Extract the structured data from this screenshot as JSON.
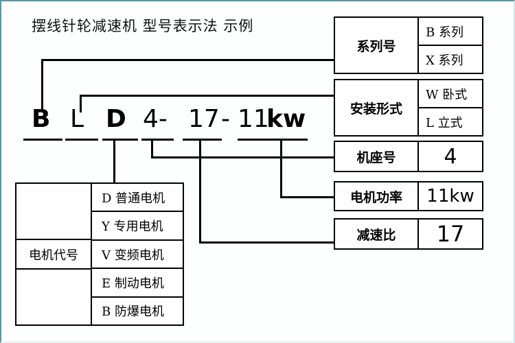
{
  "title": "摆线针轮减速机 型号表示法  示例",
  "model_code": {
    "tokens": [
      {
        "text": "B",
        "bold": true
      },
      {
        "text": "L",
        "bold": false
      },
      {
        "text": "D",
        "bold": true
      },
      {
        "text": "4-",
        "bold": false
      },
      {
        "text": "17",
        "bold": false
      },
      {
        "text": "-",
        "bold": false
      },
      {
        "text": "11",
        "bold": false
      },
      {
        "text": "kw",
        "bold": true
      }
    ],
    "full": "BLD4-17-11kw"
  },
  "right_panels": [
    {
      "label": "系列号",
      "options": [
        "B 系列",
        "X 系列"
      ],
      "kind": "options"
    },
    {
      "label": "安装形式",
      "options": [
        "W 卧式",
        "L 立式"
      ],
      "kind": "options"
    },
    {
      "label": "机座号",
      "value": "4",
      "kind": "value"
    },
    {
      "label": "电机功率",
      "value": "11kw",
      "kind": "value"
    },
    {
      "label": "减速比",
      "value": "17",
      "kind": "value"
    }
  ],
  "motor_table": {
    "label": "电机代号",
    "rows": [
      "D 普通电机",
      "Y 专用电机",
      "V 变频电机",
      "E 制动电机",
      "B 防爆电机"
    ]
  },
  "colors": {
    "line": "#000000",
    "background": "#ffffff",
    "border_accent": "#56969f"
  }
}
